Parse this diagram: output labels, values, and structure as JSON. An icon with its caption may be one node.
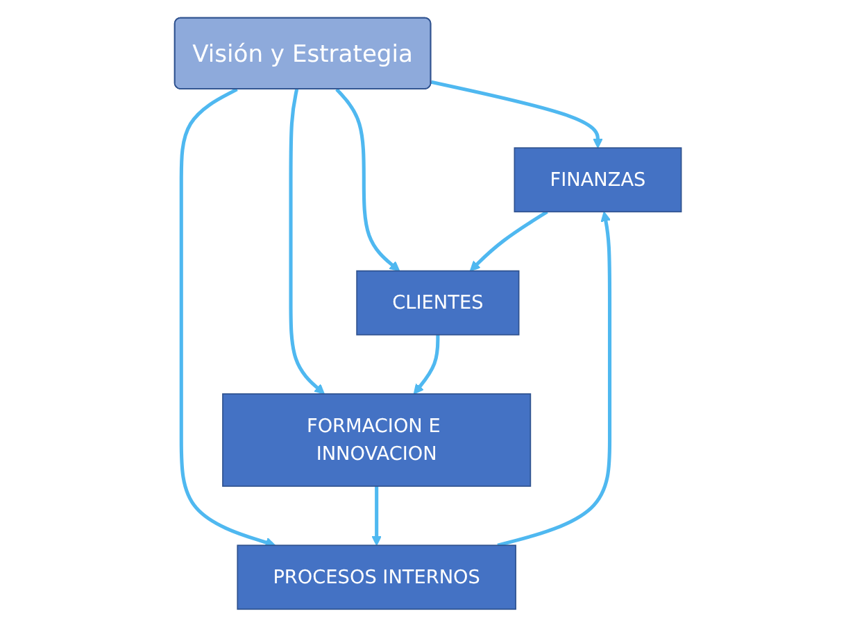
{
  "diagram": {
    "nodes": [
      {
        "text": [
          "FINANZAS"
        ]
      },
      {
        "text": [
          "Visión y Estrategia"
        ]
      },
      {
        "text": [
          "CLIENTES"
        ]
      },
      {
        "text": [
          "PROCESOS INTERNOS"
        ]
      },
      {
        "text": [
          "FORMACION E INNOVACION"
        ]
      }
    ],
    "edges": [
      {
        "from": 1,
        "to": 0,
        "arrow": "to"
      },
      {
        "from": 1,
        "to": 2,
        "arrow": "to"
      },
      {
        "from": 1,
        "to": 3,
        "arrow": "to"
      },
      {
        "from": 1,
        "to": 4,
        "arrow": "to"
      },
      {
        "from": 0,
        "to": 2,
        "arrow": "to"
      },
      {
        "from": 2,
        "to": 4,
        "arrow": "to"
      },
      {
        "from": 4,
        "to": 3,
        "arrow": "to"
      },
      {
        "from": 3,
        "to": 0,
        "arrow": "to"
      }
    ]
  }
}
